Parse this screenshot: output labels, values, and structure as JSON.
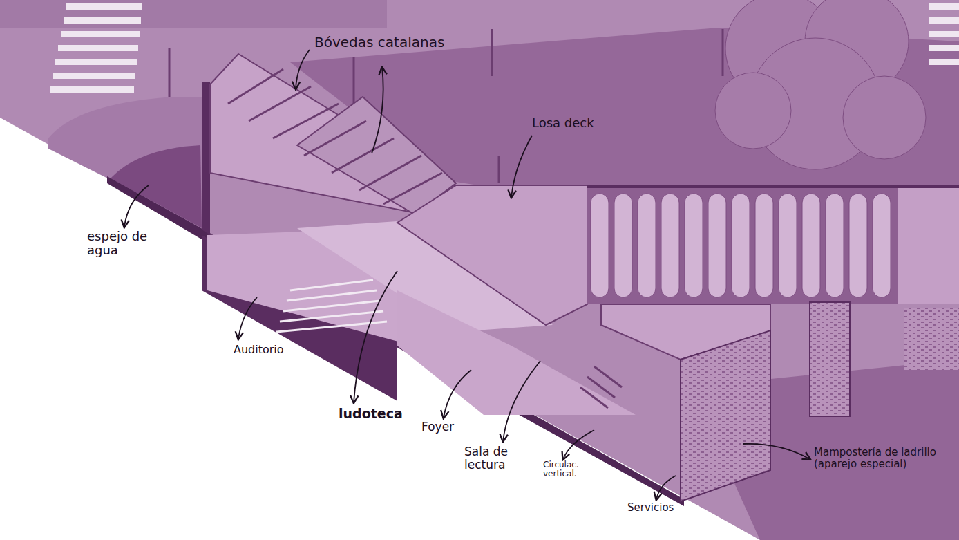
{
  "diagram": {
    "labels": [
      "Bóvedas catalanas",
      "Losa deck",
      "espejo de agua",
      "Auditorio",
      "ludoteca",
      "Foyer",
      "Sala de lectura",
      "Circulac. vertical.",
      "Servicios",
      "Mampostería de ladrillo (aparejo especial)"
    ]
  }
}
